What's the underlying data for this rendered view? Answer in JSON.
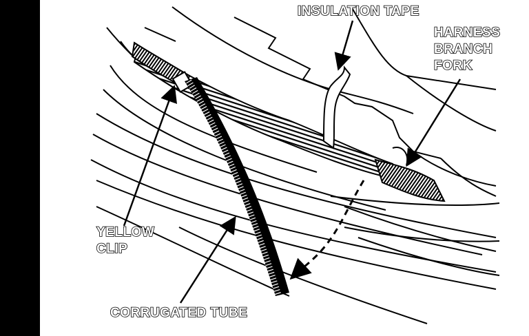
{
  "figure": {
    "labels": {
      "insulation_tape": "INSULATION TAPE",
      "harness_branch_fork": [
        "HARNESS",
        "BRANCH",
        "FORK"
      ],
      "yellow_clip": [
        "YELLOW",
        "CLIP"
      ],
      "corrugated_tube": "CORRUGATED TUBE"
    },
    "colors": {
      "ink": "#000000",
      "paper": "#ffffff",
      "side_bar": "#000000"
    }
  }
}
